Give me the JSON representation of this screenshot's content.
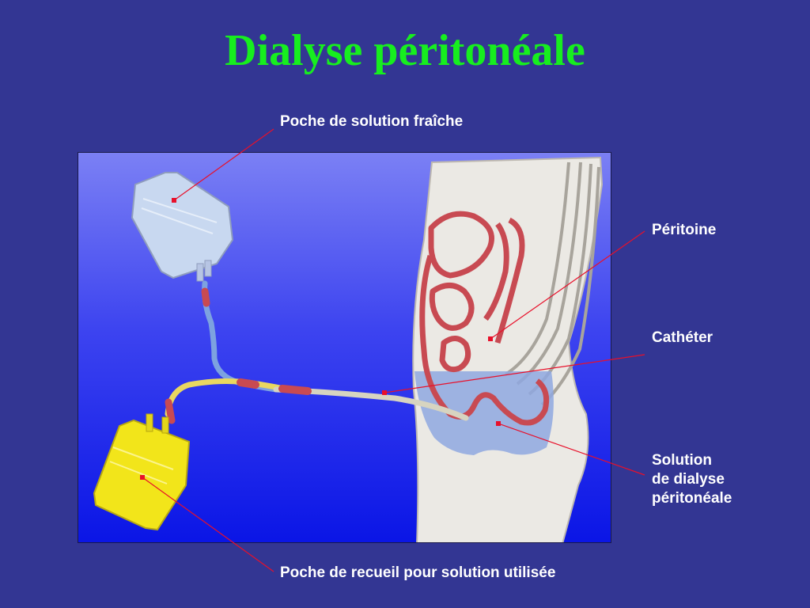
{
  "title": "Dialyse péritonéale",
  "labels": {
    "fresh_bag": "Poche de solution fraîche",
    "peritoneum": "Péritoine",
    "catheter": "Cathéter",
    "solution": [
      "Solution",
      "de dialyse",
      "péritonéale"
    ],
    "collection_bag": "Poche de recueil pour solution utilisée"
  },
  "colors": {
    "background": "#333693",
    "title": "#17ee1f",
    "leader_line": "#e8102a",
    "fresh_bag": "#c8d8f0",
    "collection_bag": "#f2e51a",
    "peritoneum": "#c84a52",
    "dialysate": "#8fa8e0"
  }
}
